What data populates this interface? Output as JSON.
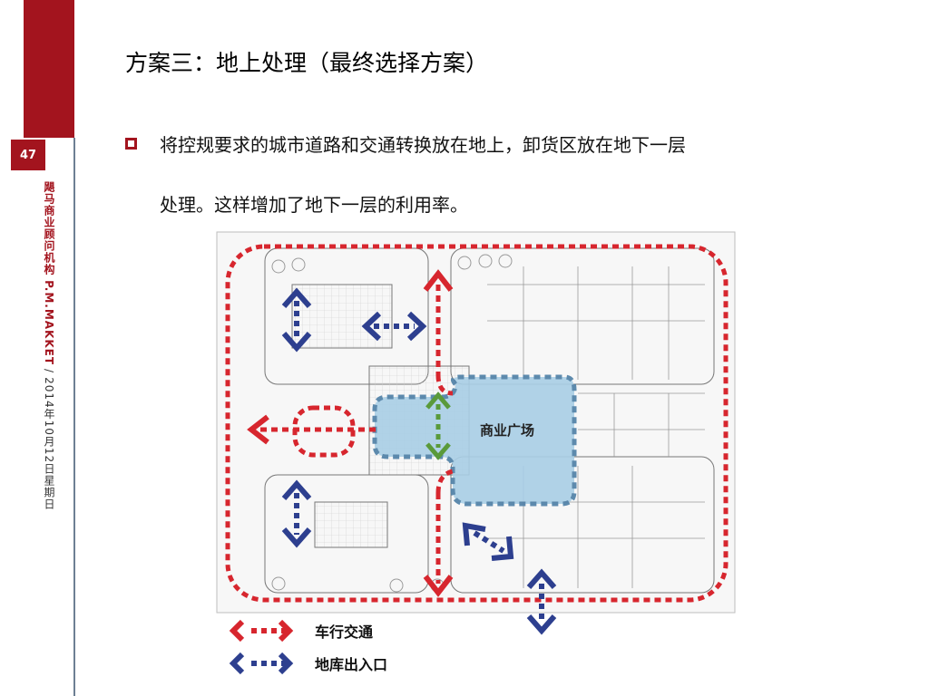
{
  "page_number": "47",
  "side": {
    "org": "飓马商业顾问机构 P.M.MAKKET",
    "separator": "/",
    "date": "2014年10月12日星期日"
  },
  "title": "方案三：地上处理（最终选择方案）",
  "bullet": {
    "line1": "将控规要求的城市道路和交通转换放在地上，卸货区放在地下一层",
    "line2": "处理。这样增加了地下一层的利用率。"
  },
  "plan": {
    "plaza_label": "商业广场",
    "legend": [
      {
        "label": "车行交通",
        "color": "#d7262e"
      },
      {
        "label": "地库出入口",
        "color": "#2d3f8f"
      }
    ],
    "colors": {
      "traffic": "#d7262e",
      "parking": "#2d3f8f",
      "plaza_fill": "#a9cfe6",
      "plaza_border": "#4d7fa6",
      "green": "#5a9a3a"
    }
  }
}
